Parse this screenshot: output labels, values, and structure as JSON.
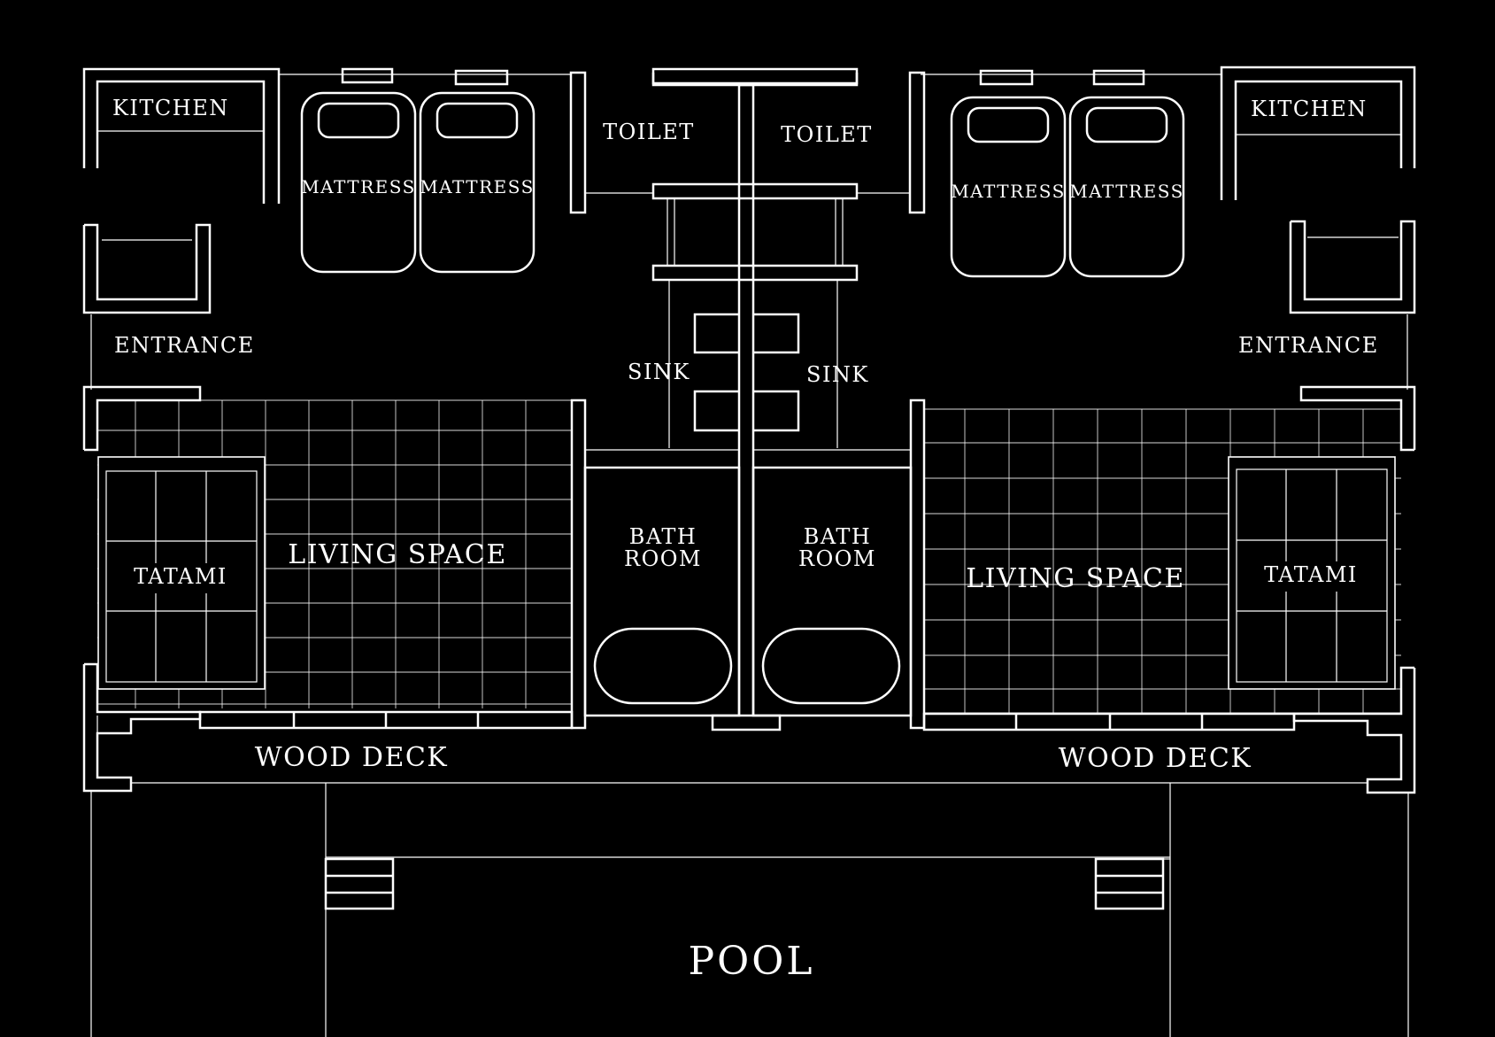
{
  "labels": {
    "kitchen_left": "KITCHEN",
    "kitchen_right": "KITCHEN",
    "mattress_l1": "MATTRESS",
    "mattress_l2": "MATTRESS",
    "mattress_r1": "MATTRESS",
    "mattress_r2": "MATTRESS",
    "toilet_left": "TOILET",
    "toilet_right": "TOILET",
    "entrance_left": "ENTRANCE",
    "entrance_right": "ENTRANCE",
    "sink_left": "SINK",
    "sink_right": "SINK",
    "living_left": "LIVING SPACE",
    "living_right": "LIVING SPACE",
    "tatami_left": "TATAMI",
    "tatami_right": "TATAMI",
    "bath_left_line1": "BATH",
    "bath_left_line2": "ROOM",
    "bath_right_line1": "BATH",
    "bath_right_line2": "ROOM",
    "deck_left": "WOOD DECK",
    "deck_right": "WOOD DECK",
    "pool": "POOL"
  }
}
